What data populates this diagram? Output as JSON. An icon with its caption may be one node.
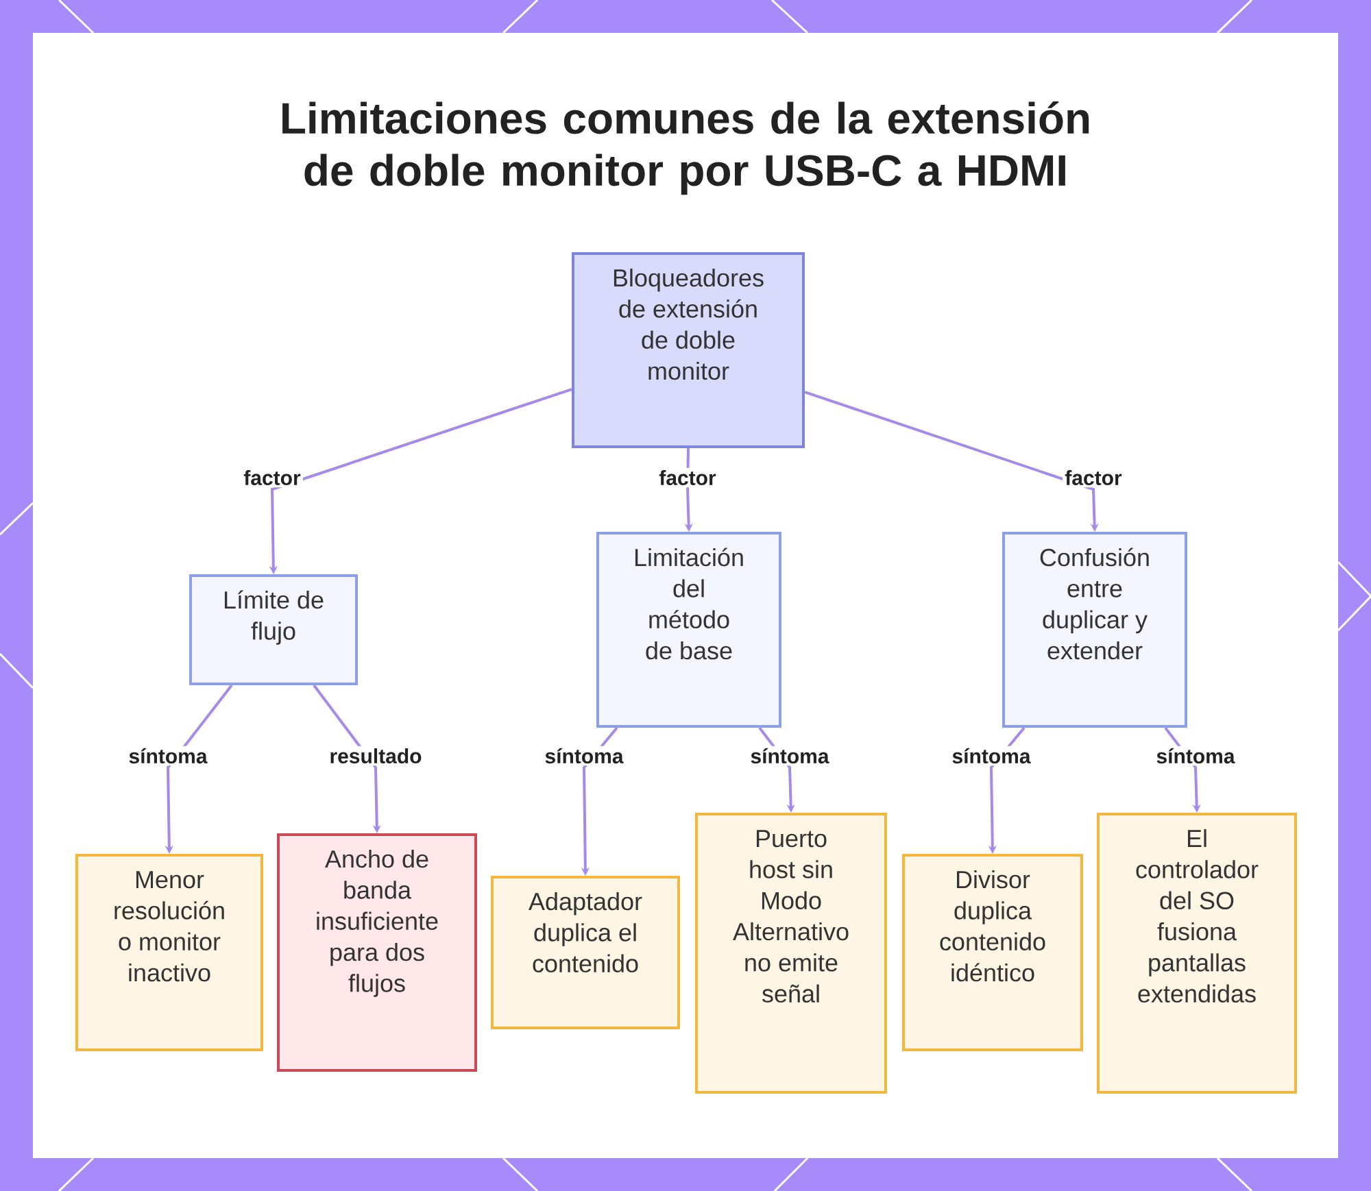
{
  "diagram": {
    "title": "Limitaciones comunes de la extensión de doble monitor por USB-C a HDMI",
    "nodes": [
      {
        "text": [
          "Bloqueadores de extensión de doble monitor"
        ]
      },
      {
        "text": [
          "Límite de flujo"
        ]
      },
      {
        "text": [
          "Limitación del método de base"
        ]
      },
      {
        "text": [
          "Confusión entre duplicar y extender"
        ]
      },
      {
        "text": [
          "Menor resolución o monitor inactivo"
        ]
      },
      {
        "text": [
          "Ancho de banda insuficiente para dos flujos"
        ]
      },
      {
        "text": [
          "Adaptador duplica el contenido"
        ]
      },
      {
        "text": [
          "Puerto host sin Modo Alternativo no emite señal"
        ]
      },
      {
        "text": [
          "Divisor duplica contenido idéntico"
        ]
      },
      {
        "text": [
          "El controlador del SO fusiona pantallas extendidas"
        ]
      }
    ],
    "edges": [
      {
        "from": 0,
        "to": 1,
        "arrow": "to",
        "label": "factor"
      },
      {
        "from": 0,
        "to": 2,
        "arrow": "to",
        "label": "factor"
      },
      {
        "from": 0,
        "to": 3,
        "arrow": "to",
        "label": "factor"
      },
      {
        "from": 1,
        "to": 4,
        "arrow": "to",
        "label": "síntoma"
      },
      {
        "from": 1,
        "to": 5,
        "arrow": "to",
        "label": "resultado"
      },
      {
        "from": 2,
        "to": 6,
        "arrow": "to",
        "label": "síntoma"
      },
      {
        "from": 2,
        "to": 7,
        "arrow": "to",
        "label": "síntoma"
      },
      {
        "from": 3,
        "to": 8,
        "arrow": "to",
        "label": "síntoma"
      },
      {
        "from": 3,
        "to": 9,
        "arrow": "to",
        "label": "síntoma"
      }
    ]
  }
}
